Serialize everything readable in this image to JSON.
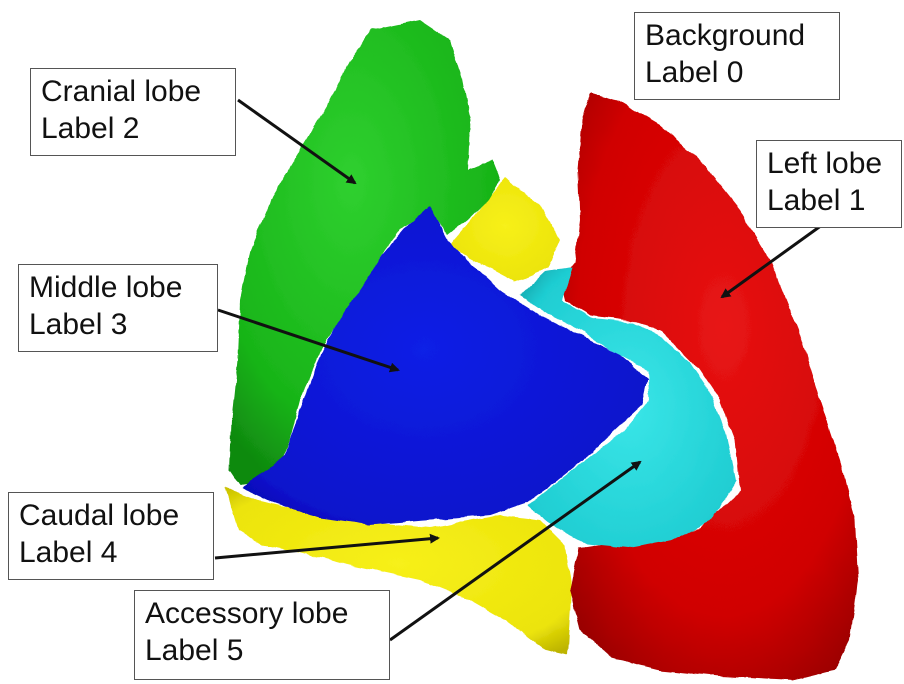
{
  "labels": {
    "background": {
      "name": "Background",
      "label": "Label 0"
    },
    "left": {
      "name": "Left lobe",
      "label": "Label 1"
    },
    "cranial": {
      "name": "Cranial lobe",
      "label": "Label 2"
    },
    "middle": {
      "name": "Middle lobe",
      "label": "Label 3"
    },
    "caudal": {
      "name": "Caudal lobe",
      "label": "Label 4"
    },
    "accessory": {
      "name": "Accessory lobe",
      "label": "Label 5"
    }
  },
  "colors": {
    "left_lobe": "#e00000",
    "cranial_lobe": "#1fc21f",
    "middle_lobe": "#0a14d8",
    "caudal_lobe": "#f2ea0a",
    "accessory_lobe": "#22d4d8",
    "arrow": "#111111"
  }
}
